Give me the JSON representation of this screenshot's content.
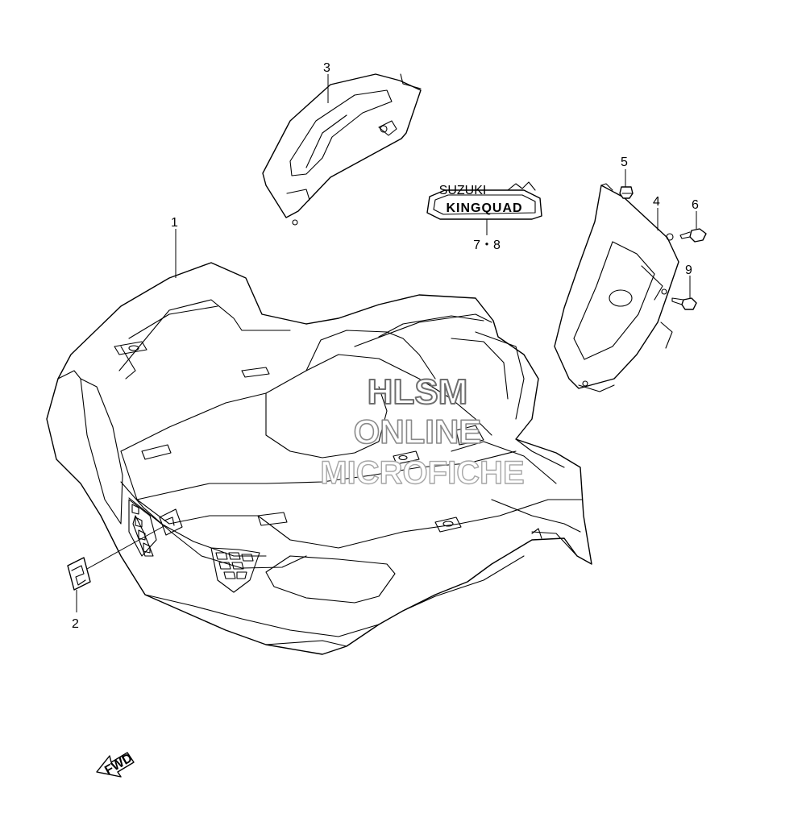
{
  "callouts": {
    "c1": "1",
    "c2": "2",
    "c3": "3",
    "c4": "4",
    "c5": "5",
    "c6": "6",
    "c78": "7・8",
    "c9": "9"
  },
  "emblem": {
    "brand_small": "SUZUKI",
    "model": "KINGQUAD"
  },
  "fwd_arrow_text": "FWD",
  "watermark": {
    "line1": "HLSM",
    "line2": "ONLINE",
    "line3": "MICROFICHE"
  },
  "colors": {
    "line": "#000000",
    "watermark_fill": "#ffffff",
    "watermark_stroke": "#6e6e6e",
    "background": "#ffffff"
  }
}
